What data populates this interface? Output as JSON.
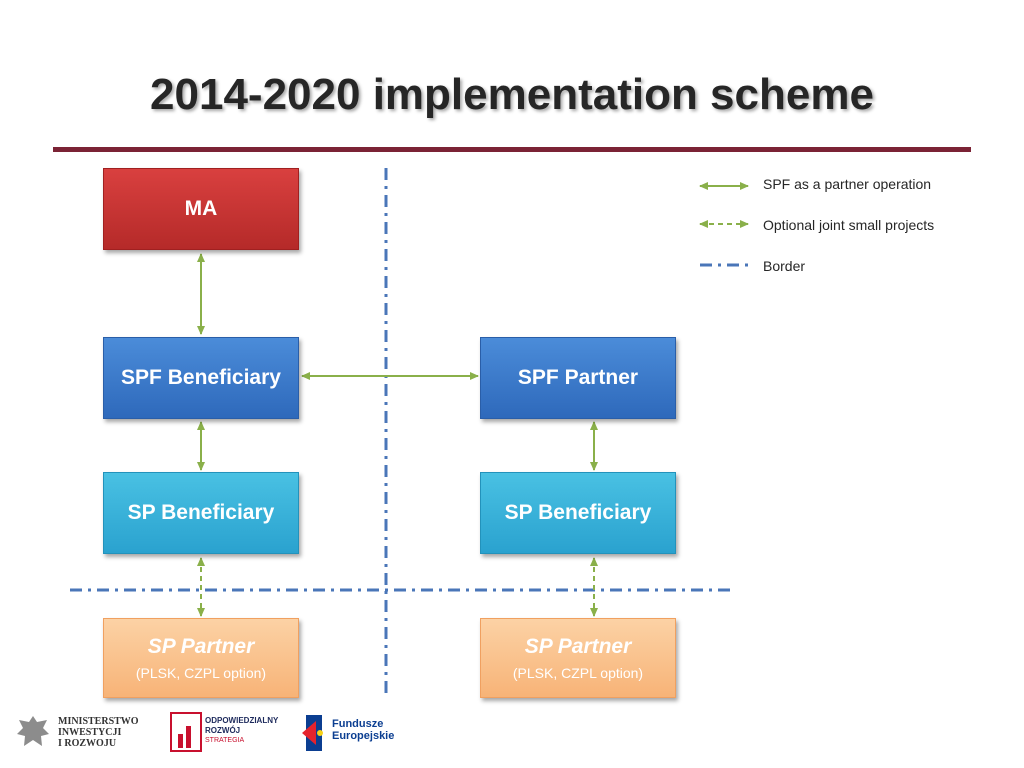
{
  "title": "2014-2020 implementation scheme",
  "boxes": {
    "ma": "MA",
    "spf_beneficiary": "SPF Beneficiary",
    "spf_partner": "SPF Partner",
    "sp_beneficiary_left": "SP Beneficiary",
    "sp_beneficiary_right": "SP Beneficiary",
    "sp_partner_left": "SP Partner",
    "sp_partner_left_sub": "(PLSK, CZPL option)",
    "sp_partner_right": "SP Partner",
    "sp_partner_right_sub": "(PLSK, CZPL option)"
  },
  "legend": {
    "solid_arrow": "SPF as a partner operation",
    "dashed_arrow": "Optional joint small projects",
    "border": "Border"
  },
  "logos": {
    "ministry_line1": "MINISTERSTWO",
    "ministry_line2": "INWESTYCJI",
    "ministry_line3": "I ROZWOJU",
    "odpowiedzialny_line1": "ODPOWIEDZIALNY",
    "odpowiedzialny_line2": "ROZWÓJ",
    "odpowiedzialny_line3": "STRATEGIA",
    "fundusze_line1": "Fundusze",
    "fundusze_line2": "Europejskie"
  },
  "colors": {
    "title_rule": "#7b2335",
    "arrow": "#8ab04a",
    "border_line": "#4a76b8",
    "ma_box": "#c93534",
    "spf_box": "#3a7bcc",
    "sp_box": "#36b0d9",
    "partner_box": "#f9c08a"
  }
}
